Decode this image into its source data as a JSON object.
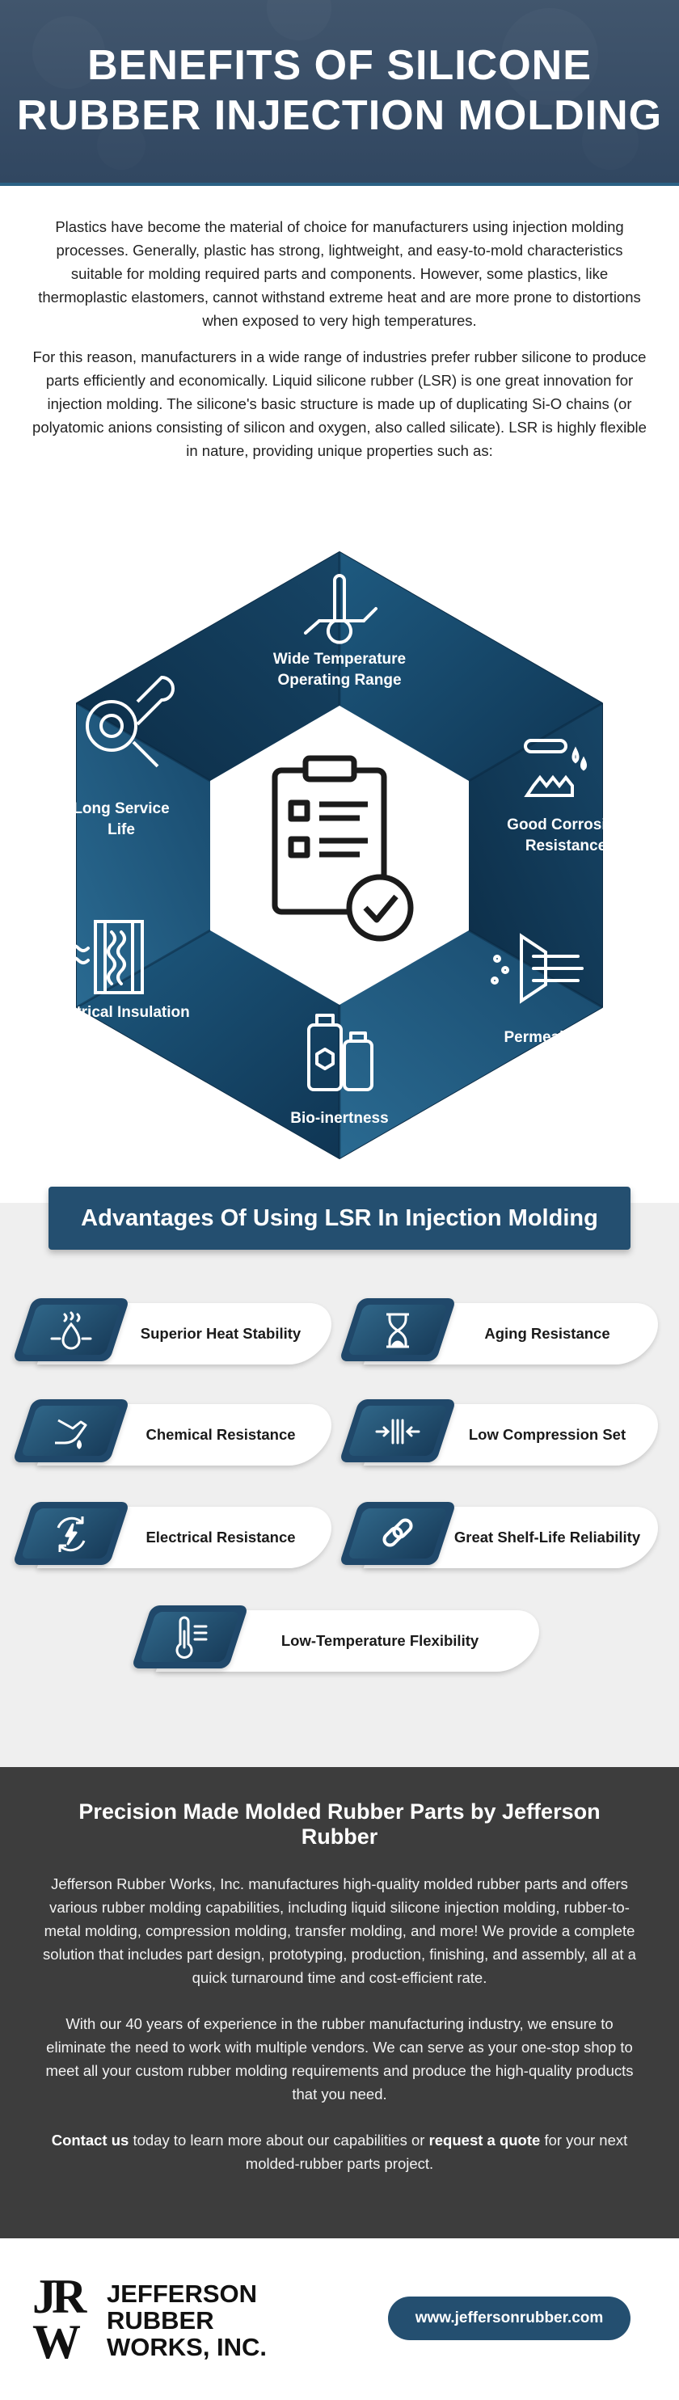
{
  "header": {
    "title_line1": "BENEFITS OF SILICONE",
    "title_line2": "RUBBER INJECTION MOLDING"
  },
  "intro": {
    "p1": "Plastics have become the material of choice for manufacturers using injection molding processes. Generally, plastic has strong, lightweight, and easy-to-mold characteristics suitable for molding required parts and components. However, some plastics, like thermoplastic elastomers, cannot withstand extreme heat and are more prone to distortions when exposed to very high temperatures.",
    "p2": "For this reason, manufacturers in a wide range of industries prefer rubber silicone to produce parts efficiently and economically. Liquid silicone rubber (LSR) is one great innovation for injection molding. The silicone's basic structure is made up of duplicating Si-O chains (or polyatomic anions consisting of silicon and oxygen, also called silicate). LSR is highly flexible in nature, providing unique properties such as:"
  },
  "properties": {
    "top": {
      "line1": "Wide Temperature",
      "line2": "Operating Range",
      "icon": "thermometer-icon"
    },
    "upper_right": {
      "line1": "Good Corrosion",
      "line2": "Resistance",
      "icon": "corrosion-icon"
    },
    "lower_right": {
      "line1": "Permeability",
      "icon": "permeability-icon"
    },
    "bottom": {
      "line1": "Bio-inertness",
      "icon": "bottles-icon"
    },
    "lower_left": {
      "line1": "Electrical Insulation",
      "icon": "insulation-icon"
    },
    "upper_left": {
      "line1": "Long Service",
      "line2": "Life",
      "icon": "gear-wrench-icon"
    },
    "center_icon": "clipboard-check-icon"
  },
  "advantages": {
    "title": "Advantages Of Using LSR In Injection Molding",
    "items": [
      {
        "label": "Superior Heat Stability",
        "icon": "heat-drop-icon"
      },
      {
        "label": "Aging Resistance",
        "icon": "hourglass-icon"
      },
      {
        "label": "Chemical Resistance",
        "icon": "chemical-hand-icon"
      },
      {
        "label": "Low Compression Set",
        "icon": "compression-icon"
      },
      {
        "label": "Electrical Resistance",
        "icon": "electric-cycle-icon"
      },
      {
        "label": "Great Shelf-Life Reliability",
        "icon": "chain-link-icon"
      },
      {
        "label": "Low-Temperature Flexibility",
        "icon": "cold-thermometer-icon"
      }
    ]
  },
  "about": {
    "title": "Precision Made Molded Rubber Parts by Jefferson Rubber",
    "p1": "Jefferson Rubber Works, Inc. manufactures high-quality molded rubber parts and offers various rubber molding capabilities, including liquid silicone injection molding, rubber-to-metal molding, compression molding, transfer molding, and more! We provide a complete solution that includes part design, prototyping, production, finishing, and assembly, all at a quick turnaround time and cost-efficient rate.",
    "p2": "With our 40 years of experience in the rubber manufacturing industry, we ensure to eliminate the need to work with multiple vendors. We can serve as your one-stop shop to meet all your custom rubber molding requirements and produce the high-quality products that you need.",
    "contact_link": "Contact us",
    "contact_mid": " today to learn more about our capabilities or ",
    "quote_link": "request a quote",
    "contact_end": " for your next molded-rubber parts project."
  },
  "footer": {
    "logo_mark_top": "JR",
    "logo_mark_bottom": "W",
    "logo_line1": "JEFFERSON",
    "logo_line2": "RUBBER",
    "logo_line3": "WORKS, INC.",
    "url": "www.jeffersonrubber.com"
  },
  "colors": {
    "navy": "#244f70",
    "dark_navy": "#123a5a",
    "mid_blue": "#1d5478",
    "gray_bg": "#efefef",
    "dark_bg": "#3d3d3d"
  }
}
